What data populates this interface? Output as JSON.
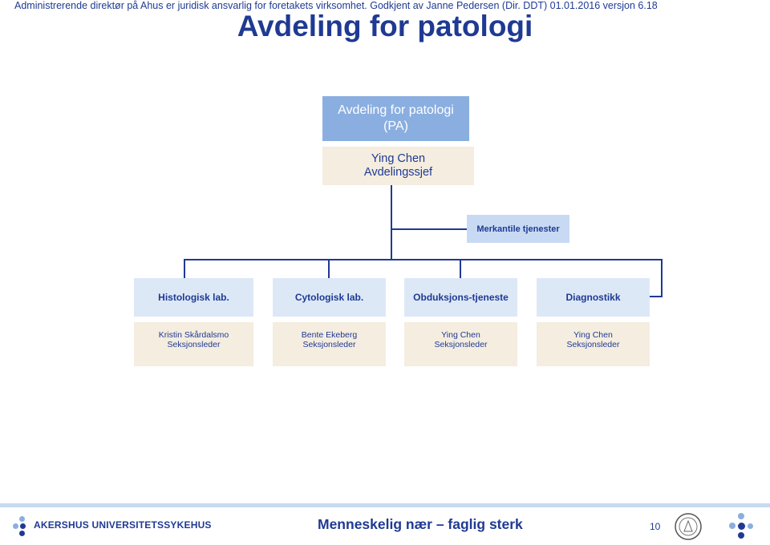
{
  "header": {
    "note": "Administrerende direktør på Ahus er juridisk ansvarlig for foretakets virksomhet.  Godkjent av Janne Pedersen (Dir. DDT) 01.01.2016 versjon 6.18",
    "title": "Avdeling for patologi"
  },
  "org": {
    "department": {
      "line1": "Avdeling for patologi",
      "line2": "(PA)"
    },
    "head": {
      "name": "Ying Chen",
      "role": "Avdelingssjef"
    },
    "staff_unit": "Merkantile tjenester",
    "sections": [
      {
        "name": "Histologisk lab.",
        "leader": "Kristin Skårdalsmo",
        "role": "Seksjonsleder"
      },
      {
        "name": "Cytologisk lab.",
        "leader": "Bente Ekeberg",
        "role": "Seksjonsleder"
      },
      {
        "name": "Obduksjons-tjeneste",
        "leader": "Ying Chen",
        "role": "Seksjonsleder"
      },
      {
        "name": "Diagnostikk",
        "leader": "Ying Chen",
        "role": "Seksjonsleder"
      }
    ]
  },
  "footer": {
    "logo_text": "AKERSHUS UNIVERSITETSSYKEHUS",
    "slogan": "Menneskelig nær – faglig sterk",
    "page_number": "10"
  },
  "colors": {
    "primary": "#1f3a93",
    "department_box": "#8aaee0",
    "section_box": "#dde8f7",
    "person_box": "#f4ede0"
  }
}
